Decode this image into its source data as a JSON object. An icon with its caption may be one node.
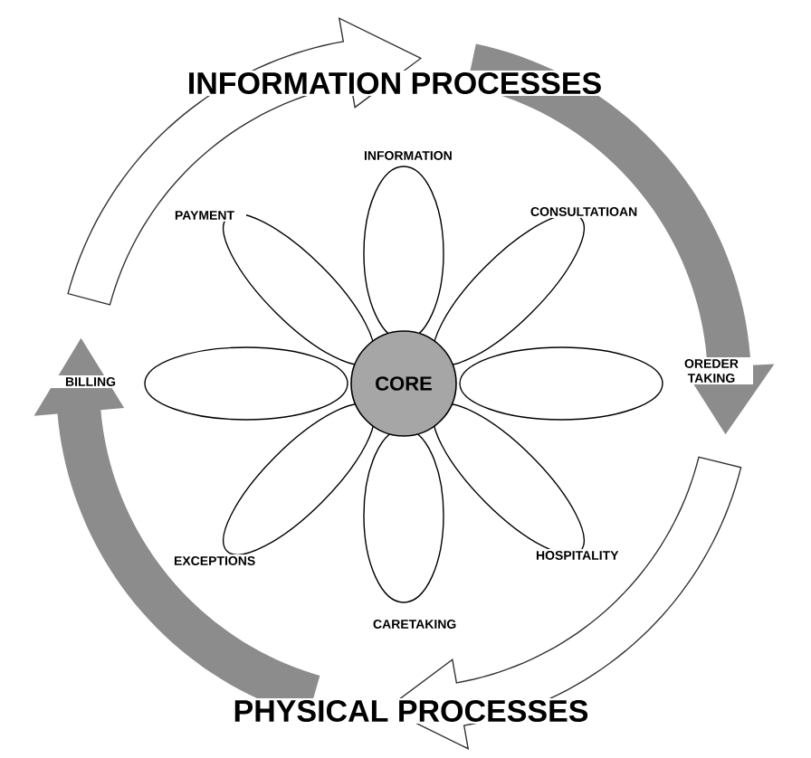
{
  "diagram": {
    "nodes": [
      {
        "text": [
          "CORE"
        ]
      },
      {
        "text": [],
        "shape": "ellipse",
        "beside": [
          "INFORMATION"
        ]
      },
      {
        "text": [],
        "shape": "ellipse",
        "beside": [
          "CONSULTATIOAN"
        ]
      },
      {
        "text": [],
        "shape": "ellipse",
        "beside": [
          "OREDER TAKING"
        ]
      },
      {
        "text": [],
        "shape": "ellipse",
        "beside": [
          "HOSPITALITY"
        ]
      },
      {
        "text": [],
        "shape": "ellipse",
        "beside": [
          "CARETAKING"
        ]
      },
      {
        "text": [],
        "shape": "ellipse",
        "beside": [
          "EXCEPTIONS"
        ]
      },
      {
        "text": [],
        "shape": "ellipse",
        "beside": [
          "BILLING"
        ]
      },
      {
        "text": [],
        "shape": "ellipse",
        "beside": [
          "PAYMENT"
        ]
      }
    ],
    "labels": [
      "INFORMATION PROCESSES",
      "PHYSICAL PROCESSES"
    ]
  }
}
